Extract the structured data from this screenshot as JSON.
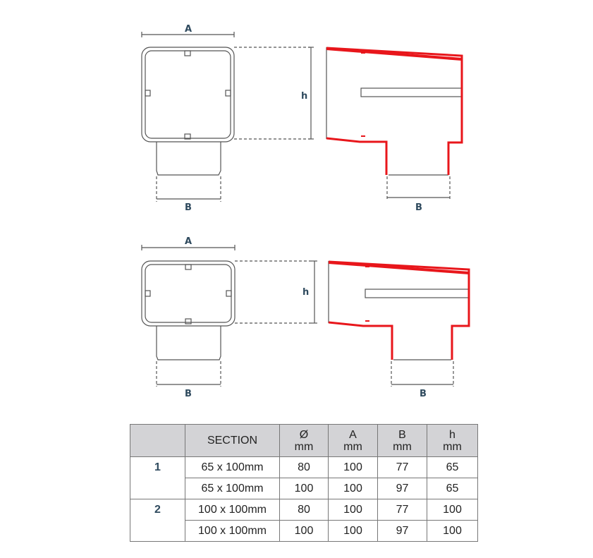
{
  "diagrams": [
    {
      "labels": {
        "a": "A",
        "b_left": "B",
        "h": "h",
        "b_right": "B"
      }
    },
    {
      "labels": {
        "a": "A",
        "b_left": "B",
        "h": "h",
        "b_right": "B"
      }
    }
  ],
  "colors": {
    "accent": "#e8161b",
    "outline": "#555555",
    "header_bg": "#d3d3d6",
    "label": "#2f4a5e"
  },
  "table": {
    "headers": [
      "",
      "SECTION",
      "Ø\nmm",
      "A\nmm",
      "B\nmm",
      "h\nmm"
    ],
    "header_top": [
      "",
      "SECTION",
      "Ø",
      "A",
      "B",
      "h"
    ],
    "header_unit": [
      "",
      "",
      "mm",
      "mm",
      "mm",
      "mm"
    ],
    "rows": [
      [
        "1",
        "65 x 100mm",
        "80",
        "100",
        "77",
        "65"
      ],
      [
        "",
        "65 x 100mm",
        "100",
        "100",
        "97",
        "65"
      ],
      [
        "2",
        "100 x 100mm",
        "80",
        "100",
        "77",
        "100"
      ],
      [
        "",
        "100 x 100mm",
        "100",
        "100",
        "97",
        "100"
      ]
    ]
  }
}
